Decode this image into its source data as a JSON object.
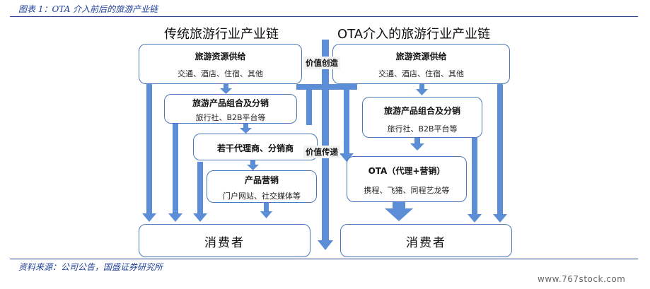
{
  "figure_title": "图表 1：OTA 介入前后的旅游产业链",
  "source": "资料来源：公司公告，国盛证券研究所",
  "watermark": "www.767stock.com",
  "left_chain": {
    "heading": "传统旅游行业产业链",
    "supply": {
      "title": "旅游资源供给",
      "sub": "交通、酒店、住宿、其他"
    },
    "distribution": {
      "title": "旅游产品组合及分销",
      "sub": "旅行社、B2B平台等"
    },
    "agents": {
      "title": "若干代理商、分销商"
    },
    "marketing": {
      "title": "产品营销",
      "sub": "门户网站、社交媒体等"
    },
    "consumer": {
      "title": "消费者"
    }
  },
  "right_chain": {
    "heading": "OTA介入的旅游行业产业链",
    "supply": {
      "title": "旅游资源供给",
      "sub": "交通、酒店、住宿、其他"
    },
    "distribution": {
      "title": "旅游产品组合及分销",
      "sub": "旅行社、B2B平台等"
    },
    "ota": {
      "title": "OTA（代理+营销）",
      "sub": "携程、飞猪、同程艺龙等"
    },
    "consumer": {
      "title": "消费者"
    }
  },
  "tags": {
    "value_creation": "价值创造",
    "value_transfer": "价值传递"
  },
  "colors": {
    "arrow": "#5b8ed6",
    "box_border": "#4a78b8",
    "text_blue": "#1f3f99"
  }
}
